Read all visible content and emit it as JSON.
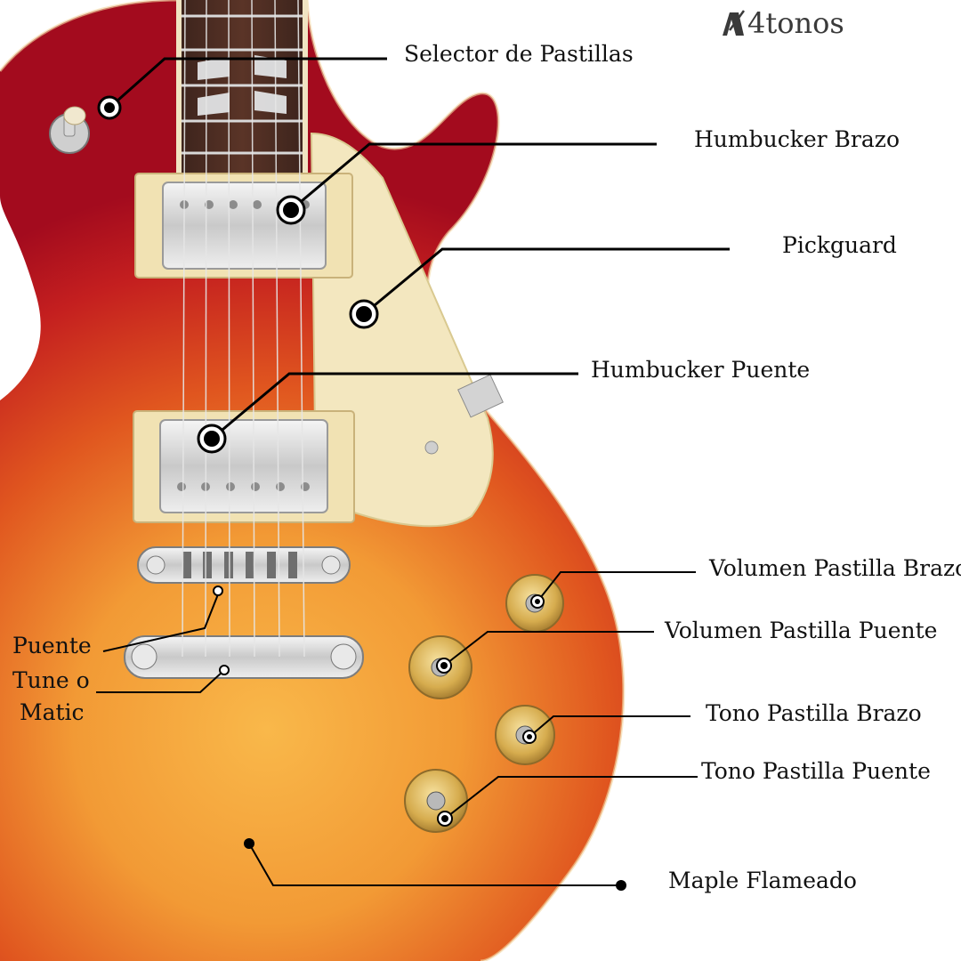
{
  "brand": {
    "name": "4tonos",
    "icon": "metronome-icon"
  },
  "labels": {
    "selector": "Selector de Pastillas",
    "neck_pickup": "Humbucker Brazo",
    "pickguard": "Pickguard",
    "bridge_pickup": "Humbucker Puente",
    "neck_volume": "Volumen Pastilla Brazo",
    "bridge_volume": "Volumen Pastilla Puente",
    "neck_tone": "Tono  Pastilla  Brazo",
    "bridge_tone": "Tono  Pastilla Puente",
    "bridge_line1": "Puente",
    "bridge_line2": "Tune o",
    "bridge_line3": "Matic",
    "top": "Maple Flameado"
  },
  "colors": {
    "body_center": "#f7a73a",
    "body_mid": "#e0561f",
    "body_edge": "#b80f1e",
    "pickguard": "#f3e7bf",
    "chrome": "#dcdcdc",
    "knob_gold": "#d8b55a",
    "leader": "#000000"
  }
}
